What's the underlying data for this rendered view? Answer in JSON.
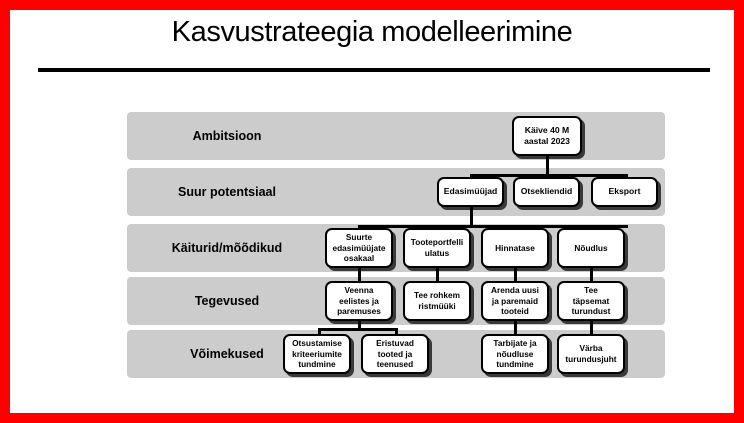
{
  "slide": {
    "title": "Kasvustrateegia modelleerimine",
    "accent_color": "#ff0000",
    "band_color": "#cccccc",
    "node_fill": "#ffffff",
    "node_stroke": "#000000"
  },
  "rows": [
    {
      "label": "Ambitsioon"
    },
    {
      "label": "Suur potentsiaal"
    },
    {
      "label": "Käiturid/mõõdikud"
    },
    {
      "label": "Tegevused"
    },
    {
      "label": "Võimekused"
    }
  ],
  "nodes": {
    "ambition": "Käive 40 M\naastal 2023",
    "potential": [
      "Edasimüüjad",
      "Otsekliendid",
      "Eksport"
    ],
    "drivers": [
      "Suurte\nedasimüüjate\nosakaal",
      "Tooteportfelli\nulatus",
      "Hinnatase",
      "Nõudlus"
    ],
    "activities": [
      "Veenna\neelistes ja\nparemuses",
      "Tee rohkem\nristmüüki",
      "Arenda uusi\nja paremaid\ntooteid",
      "Tee\ntäpsemat\nturundust"
    ],
    "capabilities": [
      "Otsustamise\nkriteeriumite\ntundmine",
      "Eristuvad\ntooted ja\nteenused",
      "Tarbijate ja\nnõudluse\ntundmine",
      "Värba\nturundusjuht"
    ]
  }
}
